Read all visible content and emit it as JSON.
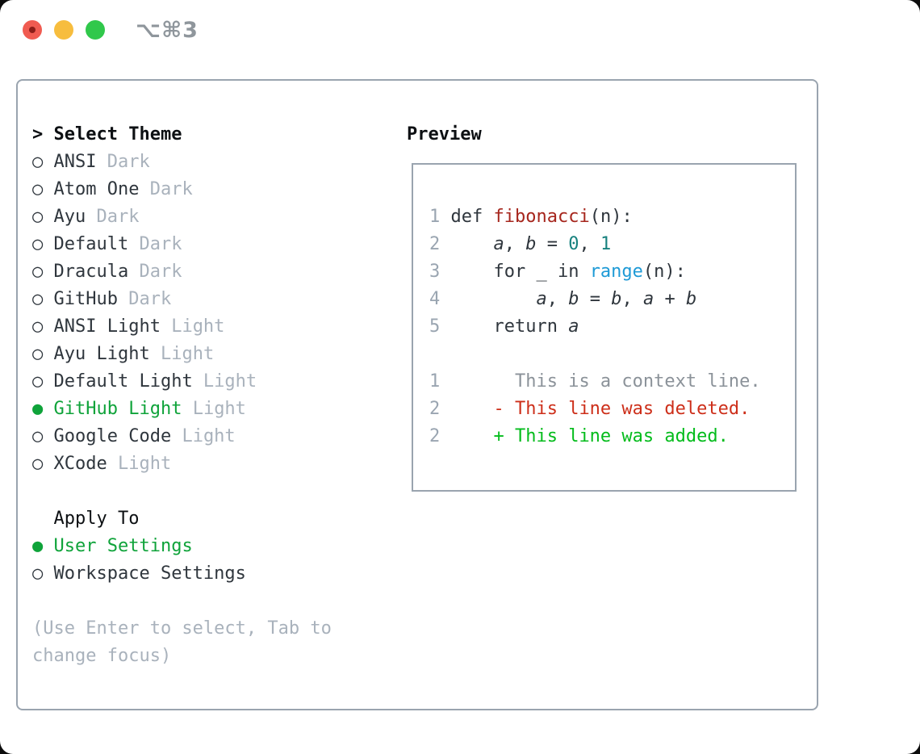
{
  "window": {
    "shortcut": "⌥⌘3",
    "traffic_lights": [
      "close",
      "minimize",
      "zoom"
    ]
  },
  "theme_list": {
    "header": "Select Theme",
    "prompt": "> ",
    "items": [
      {
        "label": "ANSI",
        "tag": "Dark",
        "selected": false
      },
      {
        "label": "Atom One",
        "tag": "Dark",
        "selected": false
      },
      {
        "label": "Ayu",
        "tag": "Dark",
        "selected": false
      },
      {
        "label": "Default",
        "tag": "Dark",
        "selected": false
      },
      {
        "label": "Dracula",
        "tag": "Dark",
        "selected": false
      },
      {
        "label": "GitHub",
        "tag": "Dark",
        "selected": false
      },
      {
        "label": "ANSI Light",
        "tag": "Light",
        "selected": false
      },
      {
        "label": "Ayu Light",
        "tag": "Light",
        "selected": false
      },
      {
        "label": "Default Light",
        "tag": "Light",
        "selected": false
      },
      {
        "label": "GitHub Light",
        "tag": "Light",
        "selected": true
      },
      {
        "label": "Google Code",
        "tag": "Light",
        "selected": false
      },
      {
        "label": "XCode",
        "tag": "Light",
        "selected": false
      }
    ]
  },
  "apply_to": {
    "header": "Apply To",
    "options": [
      {
        "label": "User Settings",
        "selected": true
      },
      {
        "label": "Workspace Settings",
        "selected": false
      }
    ]
  },
  "hint": "(Use Enter to select, Tab to change focus)",
  "preview": {
    "header": "Preview",
    "code_lines": [
      {
        "num": "1",
        "tokens": [
          {
            "t": "def ",
            "c": "text"
          },
          {
            "t": "fibonacci",
            "c": "func"
          },
          {
            "t": "(n):",
            "c": "text"
          }
        ]
      },
      {
        "num": "2",
        "tokens": [
          {
            "t": "    ",
            "c": "text"
          },
          {
            "t": "a",
            "c": "var"
          },
          {
            "t": ", ",
            "c": "text"
          },
          {
            "t": "b",
            "c": "var"
          },
          {
            "t": " = ",
            "c": "text"
          },
          {
            "t": "0",
            "c": "num"
          },
          {
            "t": ", ",
            "c": "text"
          },
          {
            "t": "1",
            "c": "num"
          }
        ]
      },
      {
        "num": "3",
        "tokens": [
          {
            "t": "    for _ in ",
            "c": "text"
          },
          {
            "t": "range",
            "c": "builtin"
          },
          {
            "t": "(n):",
            "c": "text"
          }
        ]
      },
      {
        "num": "4",
        "tokens": [
          {
            "t": "        ",
            "c": "text"
          },
          {
            "t": "a",
            "c": "var"
          },
          {
            "t": ", ",
            "c": "text"
          },
          {
            "t": "b",
            "c": "var"
          },
          {
            "t": " = ",
            "c": "text"
          },
          {
            "t": "b",
            "c": "var"
          },
          {
            "t": ", ",
            "c": "text"
          },
          {
            "t": "a",
            "c": "var"
          },
          {
            "t": " + ",
            "c": "text"
          },
          {
            "t": "b",
            "c": "var"
          }
        ]
      },
      {
        "num": "5",
        "tokens": [
          {
            "t": "    return ",
            "c": "text"
          },
          {
            "t": "a",
            "c": "var"
          }
        ]
      }
    ],
    "diff_lines": [
      {
        "num": "1",
        "kind": "context",
        "text": "      This is a context line."
      },
      {
        "num": "2",
        "kind": "deleted",
        "text": "    - This line was deleted."
      },
      {
        "num": "2",
        "kind": "added",
        "text": "    + This line was added."
      }
    ]
  },
  "bullets": {
    "selected": "●",
    "unselected": "○"
  },
  "colors": {
    "text": "#2f363d",
    "muted": "#a9b2bc",
    "lnum": "#9aa5b1",
    "green": "#0fa33a",
    "func": "#a6261d",
    "numlit": "#17817e",
    "builtin": "#1e9ad6",
    "ctx": "#8b9299",
    "del": "#cd2f1a",
    "add": "#04bc1c",
    "border": "#9aa4af",
    "tl-red": "#f05b51",
    "tl-yellow": "#f7bd3e",
    "tl-green": "#30c84b"
  }
}
